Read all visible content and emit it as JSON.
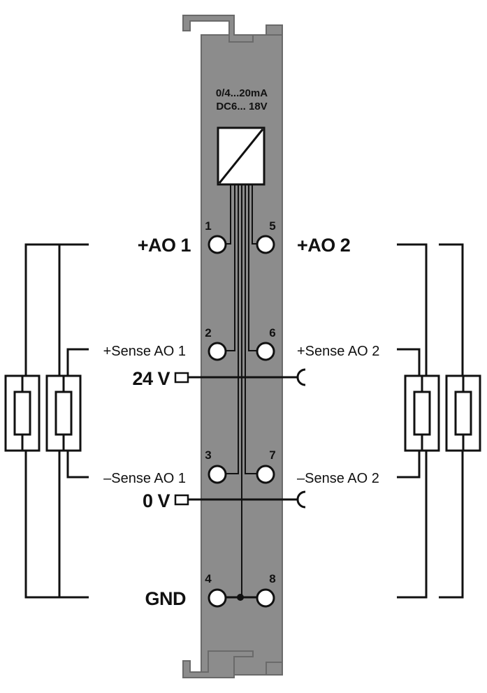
{
  "module": {
    "spec_line1": "0/4...20mA",
    "spec_line2": "DC6... 18V",
    "colors": {
      "housing": "#8c8c8c",
      "housing_stroke": "#6a6a6a",
      "ink": "#111111",
      "terminal_fill": "#ffffff"
    }
  },
  "terminals": [
    {
      "number": "1",
      "side": "left",
      "label": "+AO 1",
      "label_style": "signal"
    },
    {
      "number": "2",
      "side": "left",
      "label": "+Sense AO 1",
      "label_style": "sense"
    },
    {
      "number": "3",
      "side": "left",
      "label": "–Sense AO 1",
      "label_style": "sense"
    },
    {
      "number": "4",
      "side": "left",
      "label": "GND",
      "label_style": "signal"
    },
    {
      "number": "5",
      "side": "right",
      "label": "+AO 2",
      "label_style": "signal"
    },
    {
      "number": "6",
      "side": "right",
      "label": "+Sense AO 2",
      "label_style": "sense"
    },
    {
      "number": "7",
      "side": "right",
      "label": "–Sense AO 2",
      "label_style": "sense"
    },
    {
      "number": "8",
      "side": "right",
      "label": "",
      "label_style": "signal"
    }
  ],
  "power_contacts": [
    {
      "label": "24 V"
    },
    {
      "label": "0 V"
    }
  ],
  "icons": [
    "converter-icon",
    "resistor-icon",
    "power-jumper-contact-icon",
    "spring-clamp-terminal-icon"
  ]
}
